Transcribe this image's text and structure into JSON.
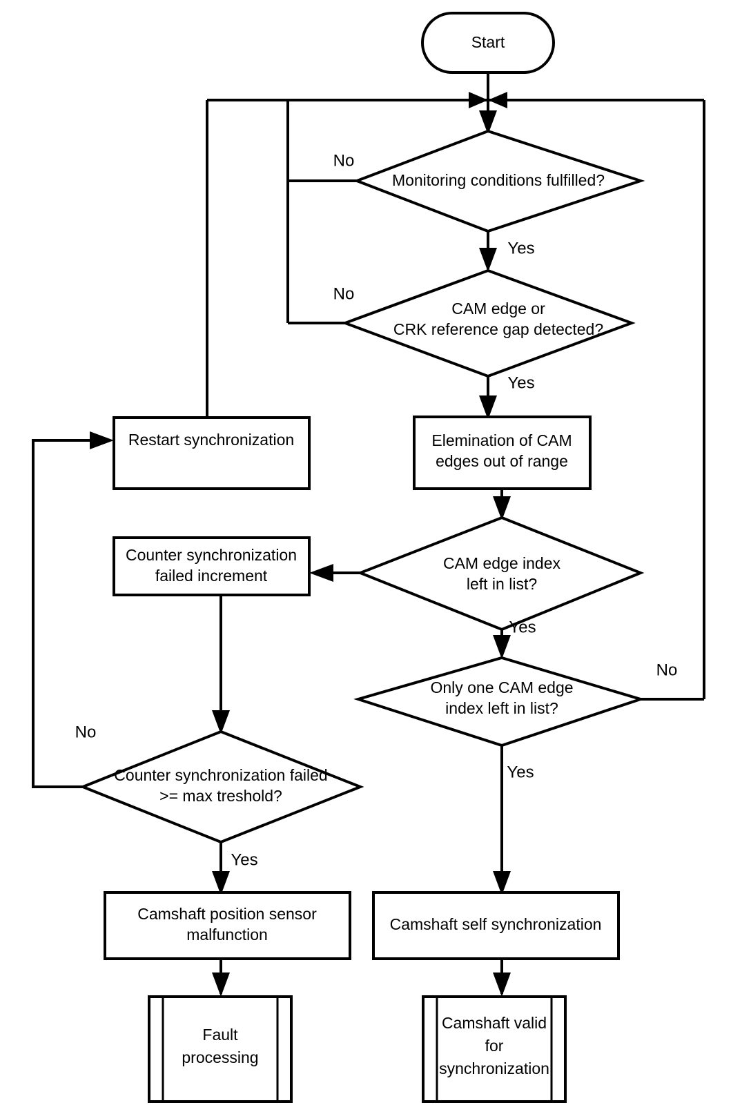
{
  "diagram": {
    "title": "Camshaft synchronization monitoring flowchart",
    "background_color": "#ffffff",
    "line_color": "#000000",
    "nodes": {
      "start": {
        "label": "Start",
        "shape": "terminator"
      },
      "monitoring_conditions": {
        "label": "Monitoring conditions fulfilled?",
        "shape": "decision"
      },
      "cam_edge_or_crk": {
        "line1": "CAM edge or",
        "line2": "CRK reference gap detected?",
        "shape": "decision"
      },
      "elemination": {
        "line1": "Elemination of CAM",
        "line2": "edges out of range",
        "shape": "process"
      },
      "restart_sync": {
        "label": "Restart synchronization",
        "shape": "process"
      },
      "cam_edge_index_left": {
        "line1": "CAM edge index",
        "line2": "left in list?",
        "shape": "decision"
      },
      "counter_sync_failed_inc": {
        "line1": "Counter synchronization",
        "line2": "failed increment",
        "shape": "process"
      },
      "only_one_cam_edge": {
        "line1": "Only one CAM edge",
        "line2": "index left in list?",
        "shape": "decision"
      },
      "counter_sync_threshold": {
        "line1": "Counter synchronization failed",
        "line2": ">= max treshold?",
        "shape": "decision"
      },
      "camshaft_malfunction": {
        "line1": "Camshaft position sensor",
        "line2": "malfunction",
        "shape": "process"
      },
      "camshaft_self_sync": {
        "label": "Camshaft self synchronization",
        "shape": "process"
      },
      "fault_processing": {
        "line1": "Fault",
        "line2": "processing",
        "shape": "predefined-process"
      },
      "camshaft_valid": {
        "line1": "Camshaft valid",
        "line2": "for",
        "line3": "synchronization",
        "shape": "predefined-process"
      }
    },
    "edge_labels": {
      "monitoring_no": "No",
      "monitoring_yes": "Yes",
      "cam_crk_no": "No",
      "cam_crk_yes": "Yes",
      "cam_index_yes": "Yes",
      "only_one_no": "No",
      "only_one_yes": "Yes",
      "threshold_no": "No",
      "threshold_yes": "Yes"
    }
  }
}
